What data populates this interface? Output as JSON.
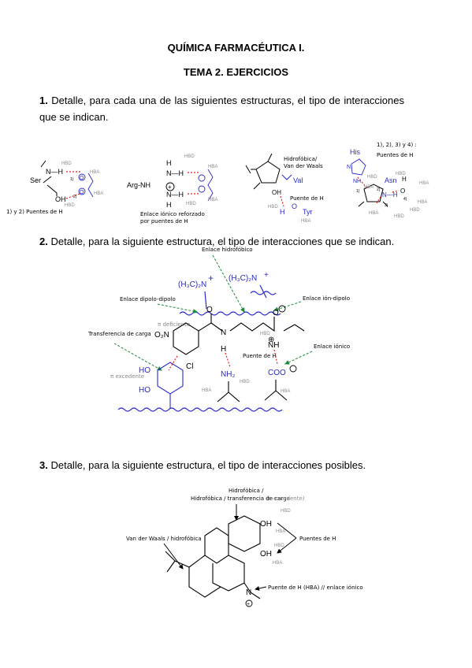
{
  "header": {
    "course": "QUÍMICA FARMACÉUTICA I.",
    "topic": "TEMA 2. EJERCICIOS"
  },
  "exercises": [
    {
      "number": "1.",
      "text": "Detalle, para cada una de las siguientes estructuras, el tipo de interacciones que se indican."
    },
    {
      "number": "2.",
      "text": "Detalle, para la siguiente estructura, el tipo de interacciones que se indican."
    },
    {
      "number": "3.",
      "text": "Detalle, para la siguiente estructura, el tipo de interacciones posibles."
    }
  ],
  "figure1": {
    "a": {
      "ser": "Ser",
      "nh": "N—H",
      "oh": "OH",
      "hbd": "HBD",
      "hba": "HBA",
      "hbd2": "HBD",
      "hba2": "HBA",
      "n1": "1)",
      "n2": "2)",
      "note": "1) y 2) Puentes de H"
    },
    "b": {
      "arg": "Arg-NH",
      "h1": "H",
      "h2": "H",
      "nh1": "N—H",
      "nh2": "N—H",
      "hbd": "HBD",
      "hba": "HBA",
      "hbd2": "HBD",
      "hba2": "HBA",
      "note1": "Enlace iónico reforzado",
      "note2": "por puentes de H"
    },
    "c": {
      "note1": "Hidrofóbica/",
      "note2": "Van der Waals",
      "val": "Val",
      "oh": "OH",
      "hb1": "Puente de H",
      "ho": "H",
      "o": "O",
      "tyr": "Tyr",
      "hbd": "HBD",
      "hba": "HBA"
    },
    "d": {
      "his": "His",
      "n": "N",
      "nh": "NH",
      "note1": "1), 2), 3) y 4) :",
      "note2": "Puentes de H",
      "asn": "Asn",
      "h": "H",
      "o": "O",
      "nh2": "N—H",
      "hbd": "HBD",
      "hba": "HBA",
      "n1": "1)",
      "n2": "2)",
      "n3": "3)",
      "n4": "4)",
      "hbd2": "HBD",
      "hba2": "HBA",
      "hba3": "HBA",
      "hbd3": "HBD",
      "hba4": "HBA",
      "hbd4": "HBD"
    }
  },
  "figure2": {
    "hydrophobic": "Enlace hidrofóbico",
    "dipole": "Enlace dipolo-dipolo",
    "ion_dipole": "Enlace ión-dipolo",
    "charge_transfer": "Transferencia de carga",
    "pi_deficient": "π deficiente",
    "pi_excedent": "π excedente",
    "hbond": "Puente de H",
    "ionic": "Enlace iónico",
    "nme2_a": "(H₃C)₂N",
    "nme2_b": "(H₃C)₂N",
    "no2": "O₂N",
    "cl": "Cl",
    "ho1": "HO",
    "ho2": "HO",
    "o": "O",
    "n": "N",
    "h": "H",
    "nh": "NH",
    "nh2": "NH₂",
    "coo": "COO",
    "om": "O",
    "hbd": "HBD",
    "hba": "HBA",
    "hba2": "HBA",
    "hbd2": "HBD"
  },
  "figure3": {
    "charge_transfer": "Hidrofóbica / transferencia de carga",
    "pi_excedent": "(π excedente)",
    "vdw": "Van der Waals / hidrofóbica",
    "hbonds": "Puentes de H",
    "hbond_n": "Puente de H (HBA) // enlace iónico",
    "oh1": "OH",
    "oh2": "OH",
    "n": "N",
    "hbd": "HBD",
    "hba": "HBA",
    "hbd2": "HBD",
    "hba2": "HBA"
  },
  "colors": {
    "blue": "#2929c8",
    "green": "#1a8c3a",
    "red": "#e02020",
    "gray": "#8a8a8a"
  }
}
